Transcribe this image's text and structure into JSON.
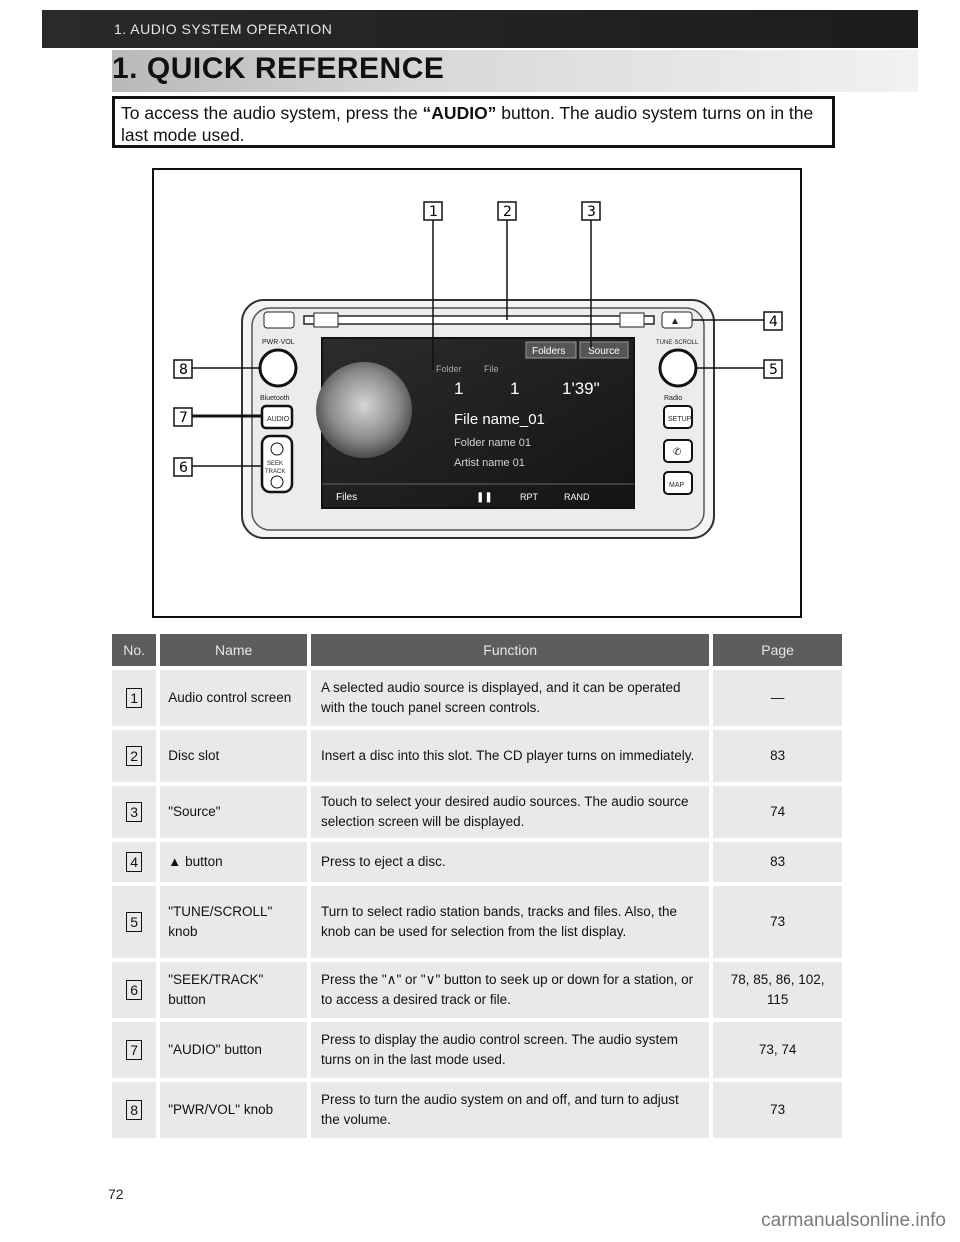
{
  "header": {
    "section_title": "1. AUDIO SYSTEM OPERATION"
  },
  "page_title": "1. QUICK REFERENCE",
  "intro": {
    "text_before": "To access the audio system, press the ",
    "button_name": "“AUDIO”",
    "text_after": " button. The audio system turns on in the last mode used."
  },
  "figure": {
    "callouts": [
      "1",
      "2",
      "3",
      "4",
      "5",
      "6",
      "7",
      "8"
    ],
    "unit_labels": {
      "pwr_vol": "PWR·VOL",
      "tune_scroll": "TUNE·SCROLL",
      "audio": "AUDIO",
      "seek": "SEEK",
      "track": "TRACK",
      "setup": "SETUP",
      "map": "MAP",
      "bluetooth": "Bluetooth",
      "radio": "Radio"
    },
    "screen": {
      "folders_button": "Folders",
      "source_button": "Source",
      "folder_label": "Folder",
      "file_label": "File",
      "folder_number": "1",
      "file_number": "1",
      "time": "1'39\"",
      "file_name": "File name_01",
      "folder_name": "Folder name 01",
      "artist_name": "Artist name 01",
      "files_button": "Files",
      "rpt_button": "RPT",
      "rand_button": "RAND"
    }
  },
  "table": {
    "headers": {
      "no": "No.",
      "name": "Name",
      "function": "Function",
      "page": "Page"
    },
    "rows": [
      {
        "no": "1",
        "name": "Audio control screen",
        "function": "A selected audio source is displayed, and it can be operated with the touch panel screen controls.",
        "page": "—"
      },
      {
        "no": "2",
        "name": "Disc slot",
        "function": "Insert a disc into this slot. The CD player turns on immediately.",
        "page": "83"
      },
      {
        "no": "3",
        "name": "\"Source\"",
        "function": "Touch to select your desired audio sources. The audio source selection screen will be displayed.",
        "page": "74"
      },
      {
        "no": "4",
        "name_icon": "eject-icon",
        "name": "button",
        "function": "Press to eject a disc.",
        "page": "83"
      },
      {
        "no": "5",
        "name": "\"TUNE/SCROLL\" knob",
        "function": "Turn to select radio station bands, tracks and files. Also, the knob can be used for selection from the list display.",
        "page": "73"
      },
      {
        "no": "6",
        "name": "\"SEEK/TRACK\" button",
        "function": "Press the \"∧\" or \"∨\" button to seek up or down for a station, or to access a desired track or file.",
        "page": "78, 85, 86, 102, 115"
      },
      {
        "no": "7",
        "name": "\"AUDIO\" button",
        "function": "Press to display the audio control screen. The audio system turns on in the last mode used.",
        "page": "73, 74"
      },
      {
        "no": "8",
        "name": "\"PWR/VOL\" knob",
        "function": "Press to turn the audio system on and off, and turn to adjust the volume.",
        "page": "73"
      }
    ]
  },
  "page_number": "72",
  "watermark": "carmanualsonline.info"
}
